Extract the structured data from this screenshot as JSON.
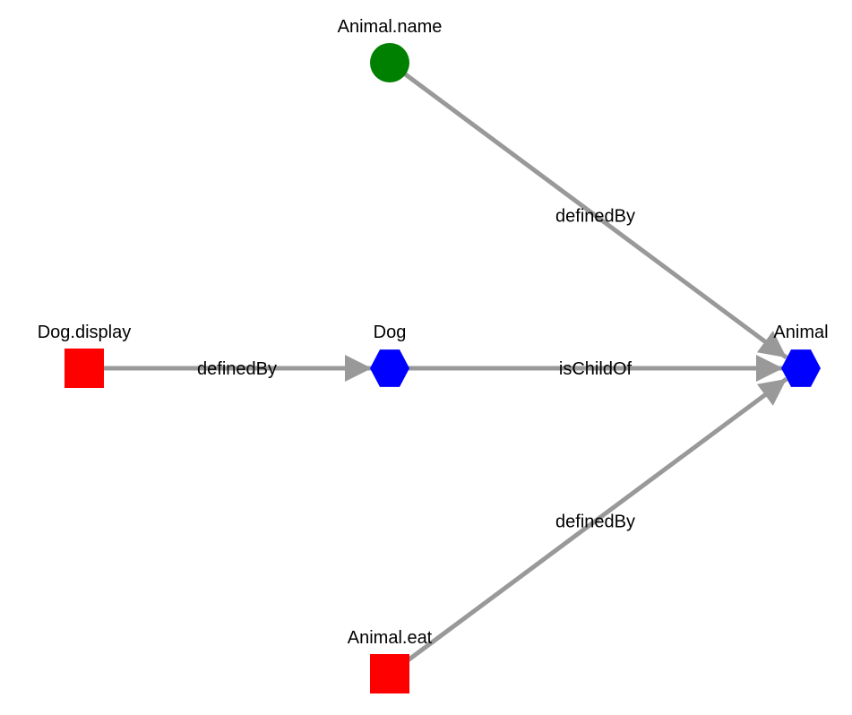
{
  "colors": {
    "edge": "#999999",
    "green": "#008000",
    "red": "#ff0000",
    "blue": "#0000ff"
  },
  "nodes": [
    {
      "id": "animal_name",
      "label": "Animal.name",
      "shape": "circle",
      "color": "#008000"
    },
    {
      "id": "dog_display",
      "label": "Dog.display",
      "shape": "square",
      "color": "#ff0000"
    },
    {
      "id": "dog",
      "label": "Dog",
      "shape": "hexagon",
      "color": "#0000ff"
    },
    {
      "id": "animal",
      "label": "Animal",
      "shape": "hexagon",
      "color": "#0000ff"
    },
    {
      "id": "animal_eat",
      "label": "Animal.eat",
      "shape": "square",
      "color": "#ff0000"
    }
  ],
  "edges": [
    {
      "source": "animal_name",
      "target": "animal",
      "label": "definedBy"
    },
    {
      "source": "dog_display",
      "target": "dog",
      "label": "definedBy"
    },
    {
      "source": "dog",
      "target": "animal",
      "label": "isChildOf"
    },
    {
      "source": "animal_eat",
      "target": "animal",
      "label": "definedBy"
    }
  ]
}
